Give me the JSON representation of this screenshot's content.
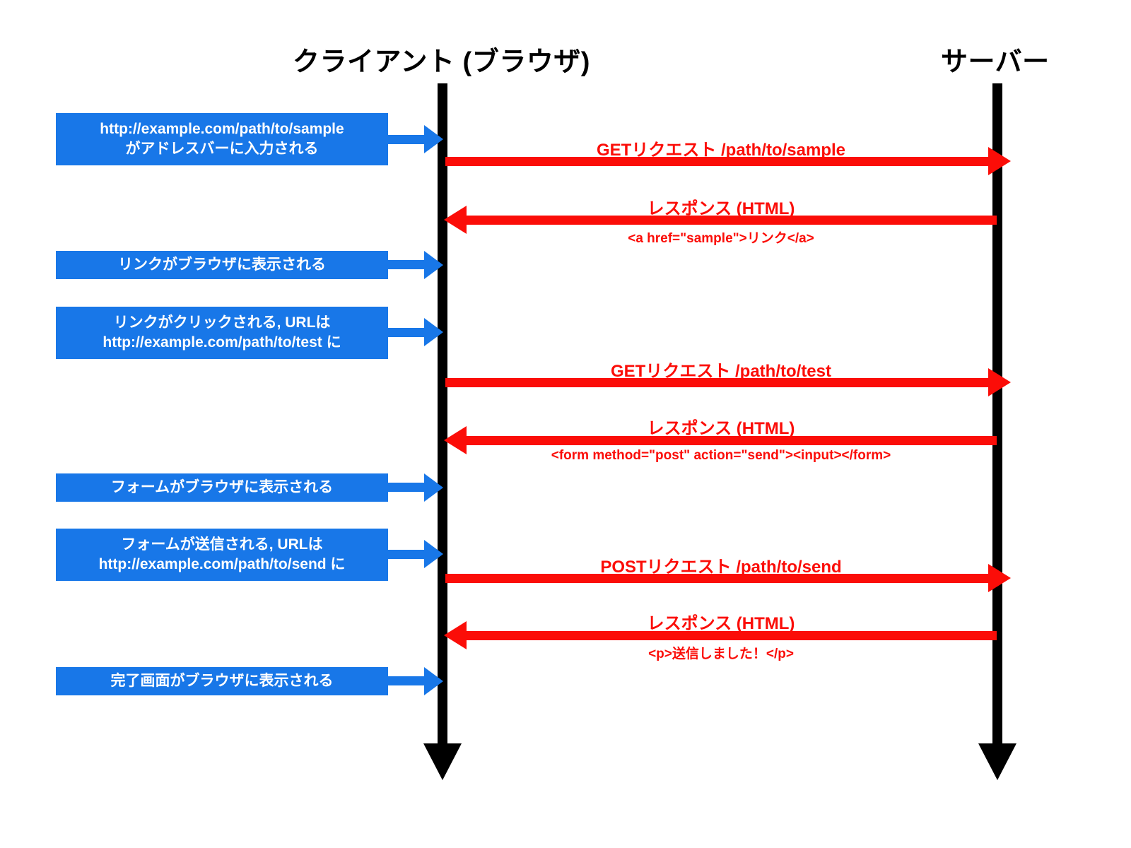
{
  "diagram": {
    "participants": {
      "client": "クライアント (ブラウザ)",
      "server": "サーバー"
    },
    "colors": {
      "client_event": "#1877e8",
      "message": "#fb0d08",
      "lifeline": "#000000",
      "background": "#ffffff"
    },
    "client_events": [
      {
        "line1": "http://example.com/path/to/sample",
        "line2": "がアドレスバーに入力される"
      },
      {
        "line1": "リンクがブラウザに表示される",
        "line2": ""
      },
      {
        "line1": "リンクがクリックされる, URLは",
        "line2": "http://example.com/path/to/test に"
      },
      {
        "line1": "フォームがブラウザに表示される",
        "line2": ""
      },
      {
        "line1": "フォームが送信される, URLは",
        "line2": "http://example.com/path/to/send に"
      },
      {
        "line1": "完了画面がブラウザに表示される",
        "line2": ""
      }
    ],
    "messages": [
      {
        "label": "GETリクエスト /path/to/sample",
        "sublabel": "",
        "direction": "client-to-server"
      },
      {
        "label": "レスポンス (HTML)",
        "sublabel": "<a href=\"sample\">リンク</a>",
        "direction": "server-to-client"
      },
      {
        "label": "GETリクエスト /path/to/test",
        "sublabel": "",
        "direction": "client-to-server"
      },
      {
        "label": "レスポンス (HTML)",
        "sublabel": "<form method=\"post\" action=\"send\"><input></form>",
        "direction": "server-to-client"
      },
      {
        "label": "POSTリクエスト /path/to/send",
        "sublabel": "",
        "direction": "client-to-server"
      },
      {
        "label": "レスポンス (HTML)",
        "sublabel": "<p>送信しました！</p>",
        "direction": "server-to-client"
      }
    ]
  }
}
